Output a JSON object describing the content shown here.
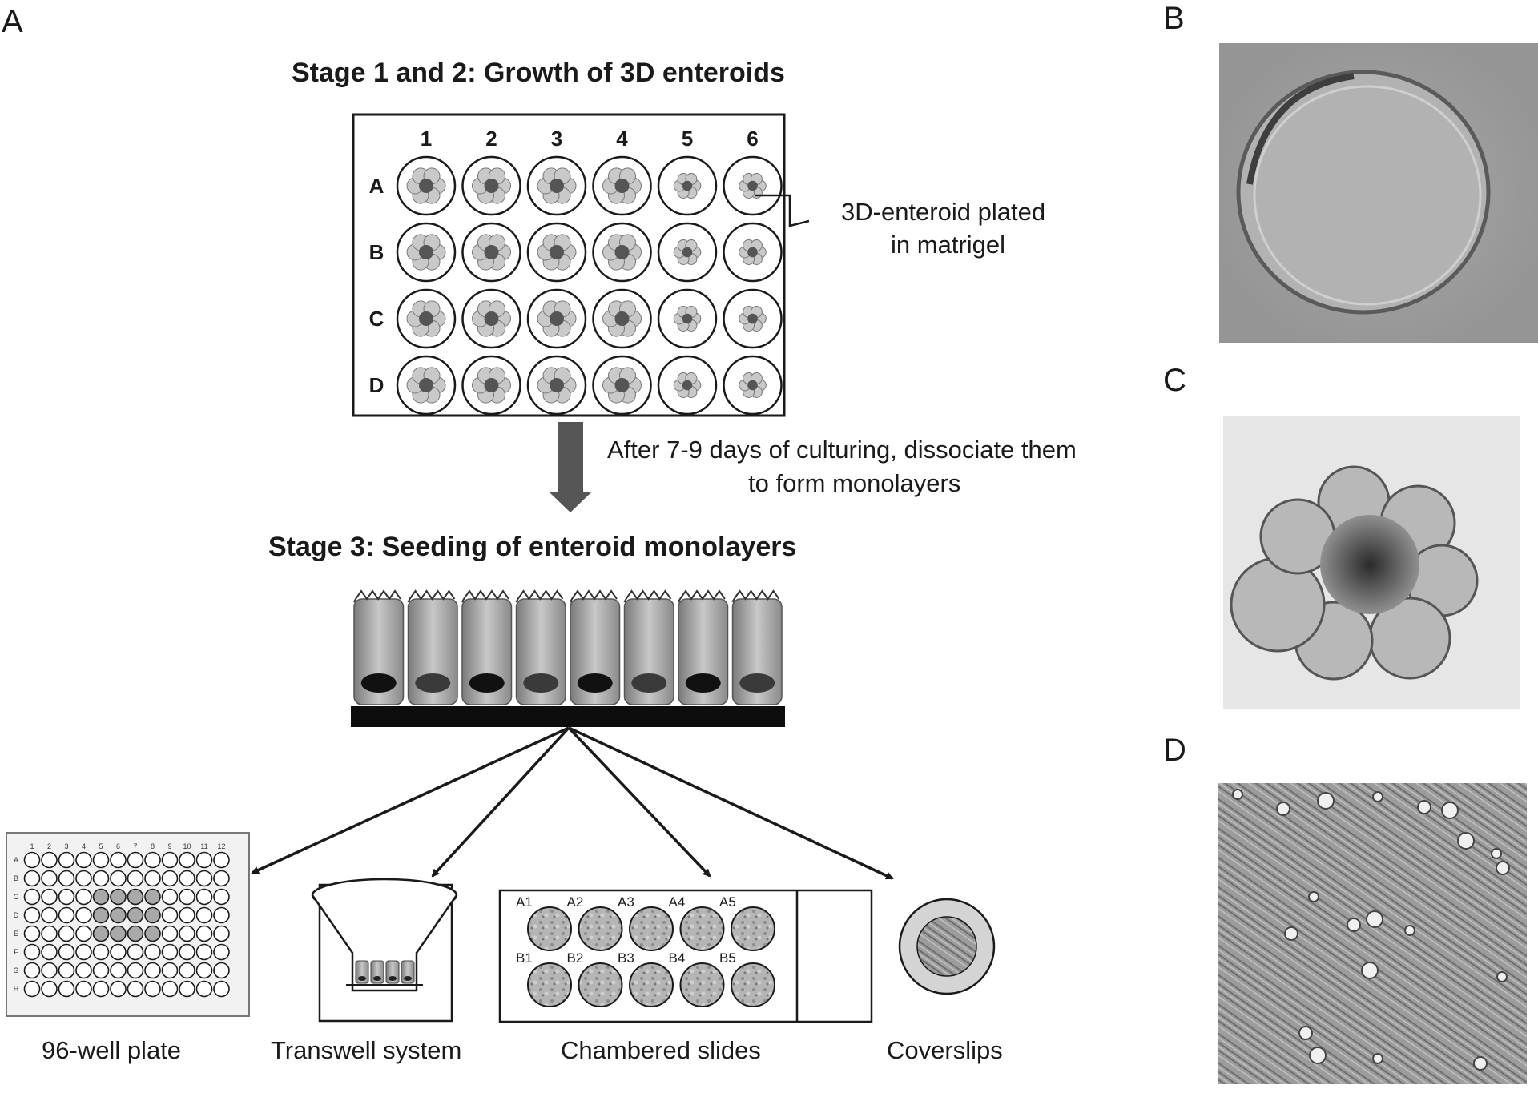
{
  "panel_letters": {
    "a": "A",
    "b": "B",
    "c": "C",
    "d": "D"
  },
  "stage12": {
    "title": "Stage 1 and 2: Growth of 3D enteroids",
    "columns": [
      "1",
      "2",
      "3",
      "4",
      "5",
      "6"
    ],
    "rows": [
      "A",
      "B",
      "C",
      "D"
    ],
    "annotation_line1": "3D-enteroid plated",
    "annotation_line2": "in matrigel"
  },
  "transition": {
    "line1": "After 7-9 days of culturing,  dissociate them",
    "line2": "to form monolayers"
  },
  "stage3": {
    "title": "Stage 3: Seeding of enteroid monolayers"
  },
  "plate96": {
    "caption": "96-well plate",
    "columns": [
      "1",
      "2",
      "3",
      "4",
      "5",
      "6",
      "7",
      "8",
      "9",
      "10",
      "11",
      "12"
    ],
    "rows": [
      "A",
      "B",
      "C",
      "D",
      "E",
      "F",
      "G",
      "H"
    ]
  },
  "transwell": {
    "caption": "Transwell system"
  },
  "chambered": {
    "caption": "Chambered slides",
    "wells_top": [
      "A1",
      "A2",
      "A3",
      "A4",
      "A5"
    ],
    "wells_bottom": [
      "B1",
      "B2",
      "B3",
      "B4",
      "B5"
    ]
  },
  "coverslips": {
    "caption": "Coverslips"
  },
  "colors": {
    "ink": "#1a1a1a",
    "arrow_gray": "#555555",
    "well_fill": "#a9a9a9"
  }
}
